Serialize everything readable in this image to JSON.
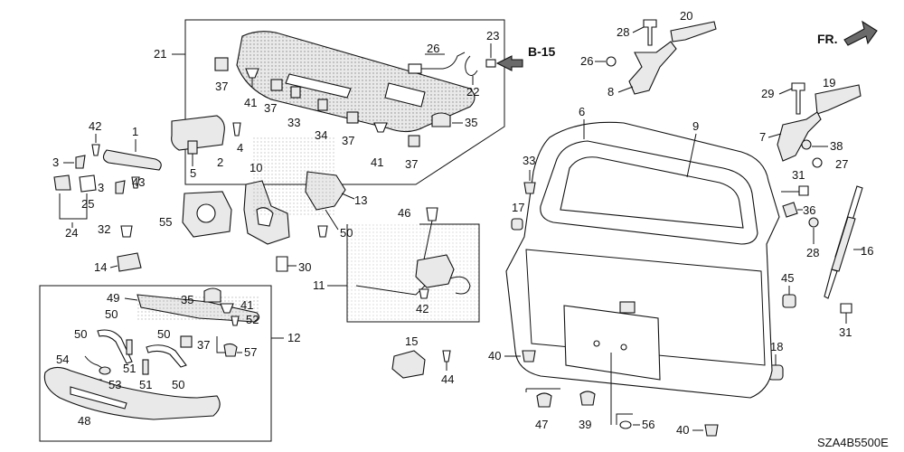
{
  "diagram": {
    "drawing_code": "SZA4B5500E",
    "direction_marker": "FR.",
    "reference": "B-15",
    "part_labels": [
      {
        "id": "lbl-1",
        "text": "1"
      },
      {
        "id": "lbl-2",
        "text": "2"
      },
      {
        "id": "lbl-3",
        "text": "3"
      },
      {
        "id": "lbl-3b",
        "text": "3"
      },
      {
        "id": "lbl-4",
        "text": "4"
      },
      {
        "id": "lbl-5",
        "text": "5"
      },
      {
        "id": "lbl-6",
        "text": "6"
      },
      {
        "id": "lbl-7",
        "text": "7"
      },
      {
        "id": "lbl-8",
        "text": "8"
      },
      {
        "id": "lbl-9",
        "text": "9"
      },
      {
        "id": "lbl-10",
        "text": "10"
      },
      {
        "id": "lbl-11",
        "text": "11"
      },
      {
        "id": "lbl-12",
        "text": "12"
      },
      {
        "id": "lbl-13",
        "text": "13"
      },
      {
        "id": "lbl-14",
        "text": "14"
      },
      {
        "id": "lbl-15",
        "text": "15"
      },
      {
        "id": "lbl-16",
        "text": "16"
      },
      {
        "id": "lbl-17",
        "text": "17"
      },
      {
        "id": "lbl-18",
        "text": "18"
      },
      {
        "id": "lbl-19",
        "text": "19"
      },
      {
        "id": "lbl-20",
        "text": "20"
      },
      {
        "id": "lbl-21",
        "text": "21"
      },
      {
        "id": "lbl-22",
        "text": "22"
      },
      {
        "id": "lbl-23",
        "text": "23"
      },
      {
        "id": "lbl-24",
        "text": "24"
      },
      {
        "id": "lbl-25",
        "text": "25"
      },
      {
        "id": "lbl-26",
        "text": "26"
      },
      {
        "id": "lbl-27",
        "text": "27"
      },
      {
        "id": "lbl-27b",
        "text": "27"
      },
      {
        "id": "lbl-28",
        "text": "28"
      },
      {
        "id": "lbl-29",
        "text": "29"
      },
      {
        "id": "lbl-29b",
        "text": "29"
      },
      {
        "id": "lbl-30",
        "text": "30"
      },
      {
        "id": "lbl-31",
        "text": "31"
      },
      {
        "id": "lbl-31b",
        "text": "31"
      },
      {
        "id": "lbl-32",
        "text": "32"
      },
      {
        "id": "lbl-33",
        "text": "33"
      },
      {
        "id": "lbl-34",
        "text": "34"
      },
      {
        "id": "lbl-34b",
        "text": "34"
      },
      {
        "id": "lbl-35",
        "text": "35"
      },
      {
        "id": "lbl-35b",
        "text": "35"
      },
      {
        "id": "lbl-36",
        "text": "36"
      },
      {
        "id": "lbl-37a",
        "text": "37"
      },
      {
        "id": "lbl-37b",
        "text": "37"
      },
      {
        "id": "lbl-37c",
        "text": "37"
      },
      {
        "id": "lbl-37d",
        "text": "37"
      },
      {
        "id": "lbl-37e",
        "text": "37"
      },
      {
        "id": "lbl-38",
        "text": "38"
      },
      {
        "id": "lbl-39",
        "text": "39"
      },
      {
        "id": "lbl-40",
        "text": "40"
      },
      {
        "id": "lbl-40b",
        "text": "40"
      },
      {
        "id": "lbl-41a",
        "text": "41"
      },
      {
        "id": "lbl-41b",
        "text": "41"
      },
      {
        "id": "lbl-41c",
        "text": "41"
      },
      {
        "id": "lbl-42",
        "text": "42"
      },
      {
        "id": "lbl-43",
        "text": "43"
      },
      {
        "id": "lbl-43b",
        "text": "43"
      },
      {
        "id": "lbl-44",
        "text": "44"
      },
      {
        "id": "lbl-45",
        "text": "45"
      },
      {
        "id": "lbl-46",
        "text": "46"
      },
      {
        "id": "lbl-46b",
        "text": "46"
      },
      {
        "id": "lbl-47",
        "text": "47"
      },
      {
        "id": "lbl-48",
        "text": "48"
      },
      {
        "id": "lbl-49",
        "text": "49"
      },
      {
        "id": "lbl-50a",
        "text": "50"
      },
      {
        "id": "lbl-50b",
        "text": "50"
      },
      {
        "id": "lbl-50c",
        "text": "50"
      },
      {
        "id": "lbl-50d",
        "text": "50"
      },
      {
        "id": "lbl-51a",
        "text": "51"
      },
      {
        "id": "lbl-51b",
        "text": "51"
      },
      {
        "id": "lbl-52",
        "text": "52"
      },
      {
        "id": "lbl-53",
        "text": "53"
      },
      {
        "id": "lbl-54",
        "text": "54"
      },
      {
        "id": "lbl-55",
        "text": "55"
      },
      {
        "id": "lbl-56",
        "text": "56"
      },
      {
        "id": "lbl-57",
        "text": "57"
      }
    ]
  }
}
